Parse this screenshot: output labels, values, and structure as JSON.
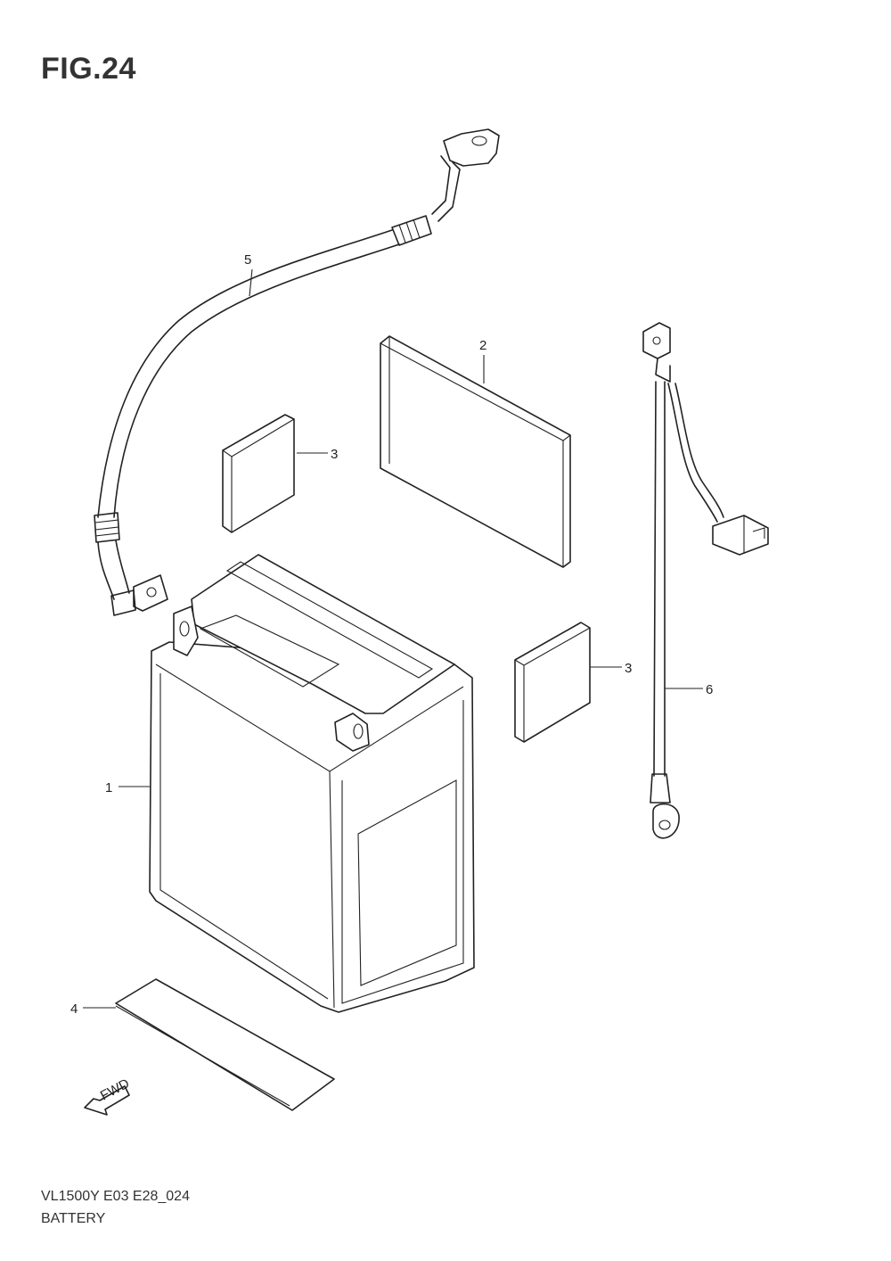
{
  "figure": {
    "title": "FIG.24",
    "code": "VL1500Y E03 E28_024",
    "name": "BATTERY"
  },
  "callouts": {
    "c1": "1",
    "c2": "2",
    "c3a": "3",
    "c3b": "3",
    "c4": "4",
    "c5": "5",
    "c6": "6",
    "fwd": "FWD"
  }
}
